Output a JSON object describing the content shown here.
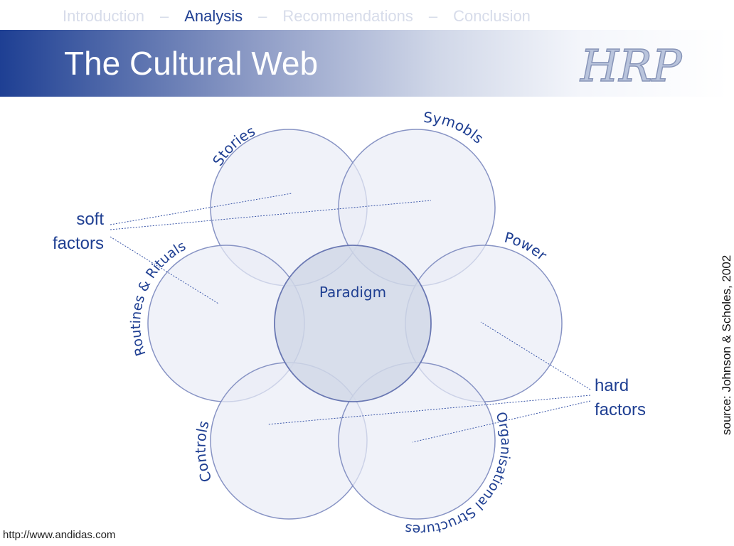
{
  "nav": {
    "items": [
      "Introduction",
      "Analysis",
      "Recommendations",
      "Conclusion"
    ],
    "separator": "–",
    "active": "Analysis"
  },
  "header": {
    "title": "The Cultural Web",
    "logo_text": "HRP"
  },
  "diagram": {
    "center": "Paradigm",
    "labels": {
      "stories": "Stories",
      "symbols": "Symobls",
      "power": "Power",
      "org": "Organisational Structures",
      "controls": "Controls",
      "routines": "Routines & Rituals"
    },
    "soft_factors": [
      "soft",
      "factors"
    ],
    "hard_factors": [
      "hard",
      "factors"
    ]
  },
  "source": "source: Johnson & Scholes, 2002",
  "footer_url": "http://www.andidas.com",
  "colors": {
    "brand": "#1f3f92",
    "circle_fill": "#e9edf6",
    "circle_stroke": "#8793c4",
    "center_fill": "#d1d8e8"
  }
}
